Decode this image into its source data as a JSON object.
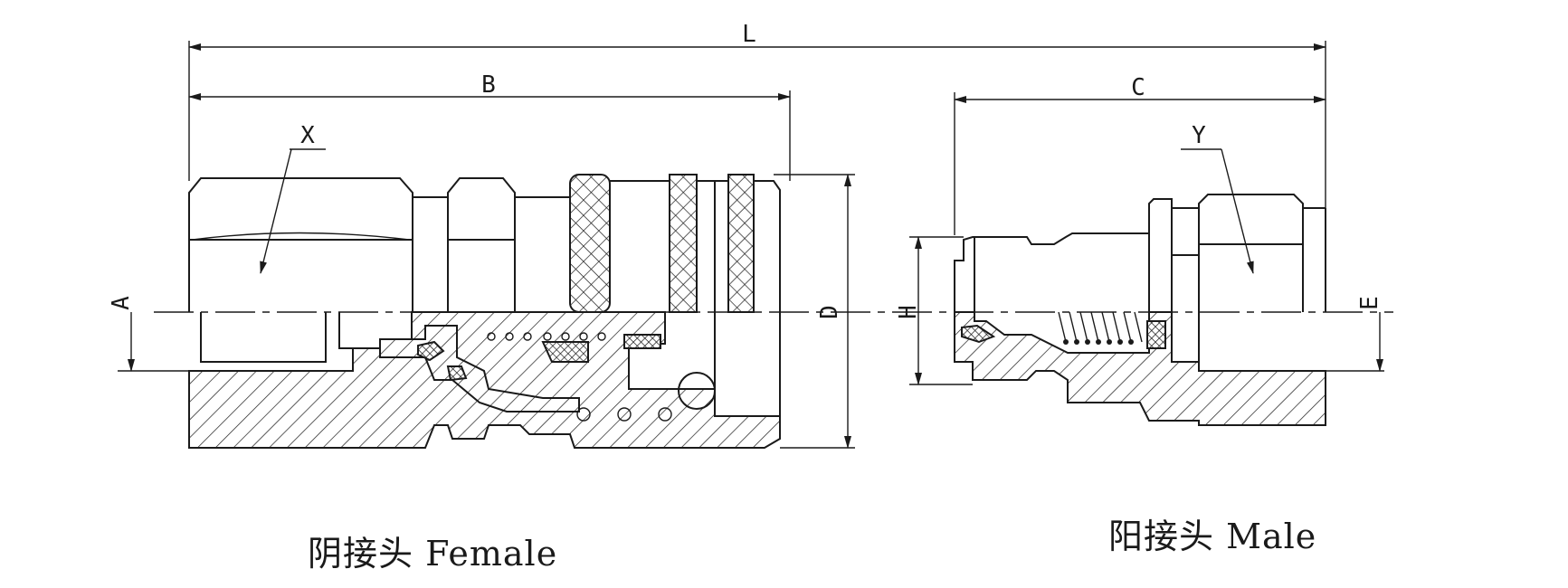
{
  "dimensions": {
    "L": "L",
    "B": "B",
    "C": "C",
    "A": "A",
    "D": "D",
    "H": "H",
    "E": "E",
    "X": "X",
    "Y": "Y"
  },
  "captions": {
    "female": "阴接头 Female",
    "male": "阳接头 Male"
  },
  "colors": {
    "ink": "#1a1a1a",
    "paper": "#ffffff"
  }
}
